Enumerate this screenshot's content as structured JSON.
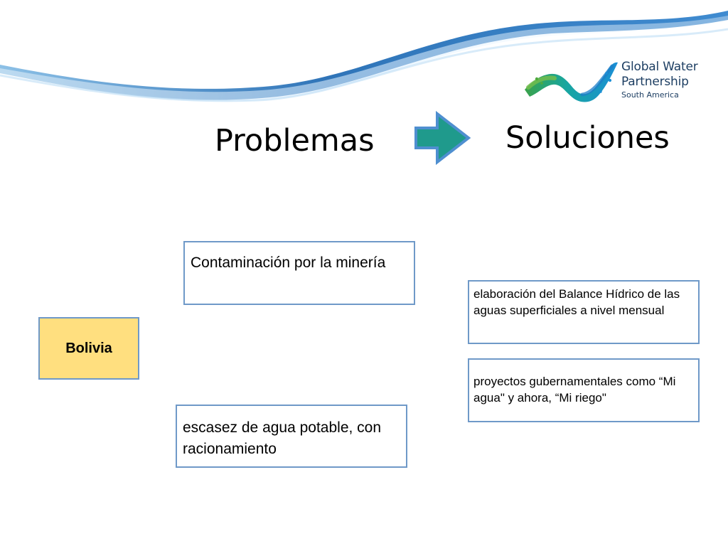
{
  "header": {
    "logo": {
      "line1": "Global Water",
      "line2": "Partnership",
      "region": "South America"
    }
  },
  "headings": {
    "problems": "Problemas",
    "solutions": "Soluciones"
  },
  "country": {
    "label": "Bolivia"
  },
  "problems": [
    "Contaminación por la minería",
    "escasez de agua potable, con racionamiento"
  ],
  "solutions": [
    "elaboración del Balance Hídrico de las aguas superficiales a nivel mensual",
    "proyectos gubernamentales como “Mi agua\" y ahora, “Mi riego\""
  ],
  "colors": {
    "wave_blue": "#2f74b8",
    "wave_light": "#8cc0e6",
    "arrow_teal": "#1f9a8c",
    "arrow_outline": "#4f8fd0",
    "box_border": "#6f99c8",
    "country_fill": "#ffdf7f",
    "logo_green": "#47a83f",
    "logo_blue": "#1b9ad6",
    "logo_text": "#1e3f63"
  },
  "icons": {
    "transition": "right-arrow-icon",
    "logo": "water-wave-logo-icon"
  }
}
